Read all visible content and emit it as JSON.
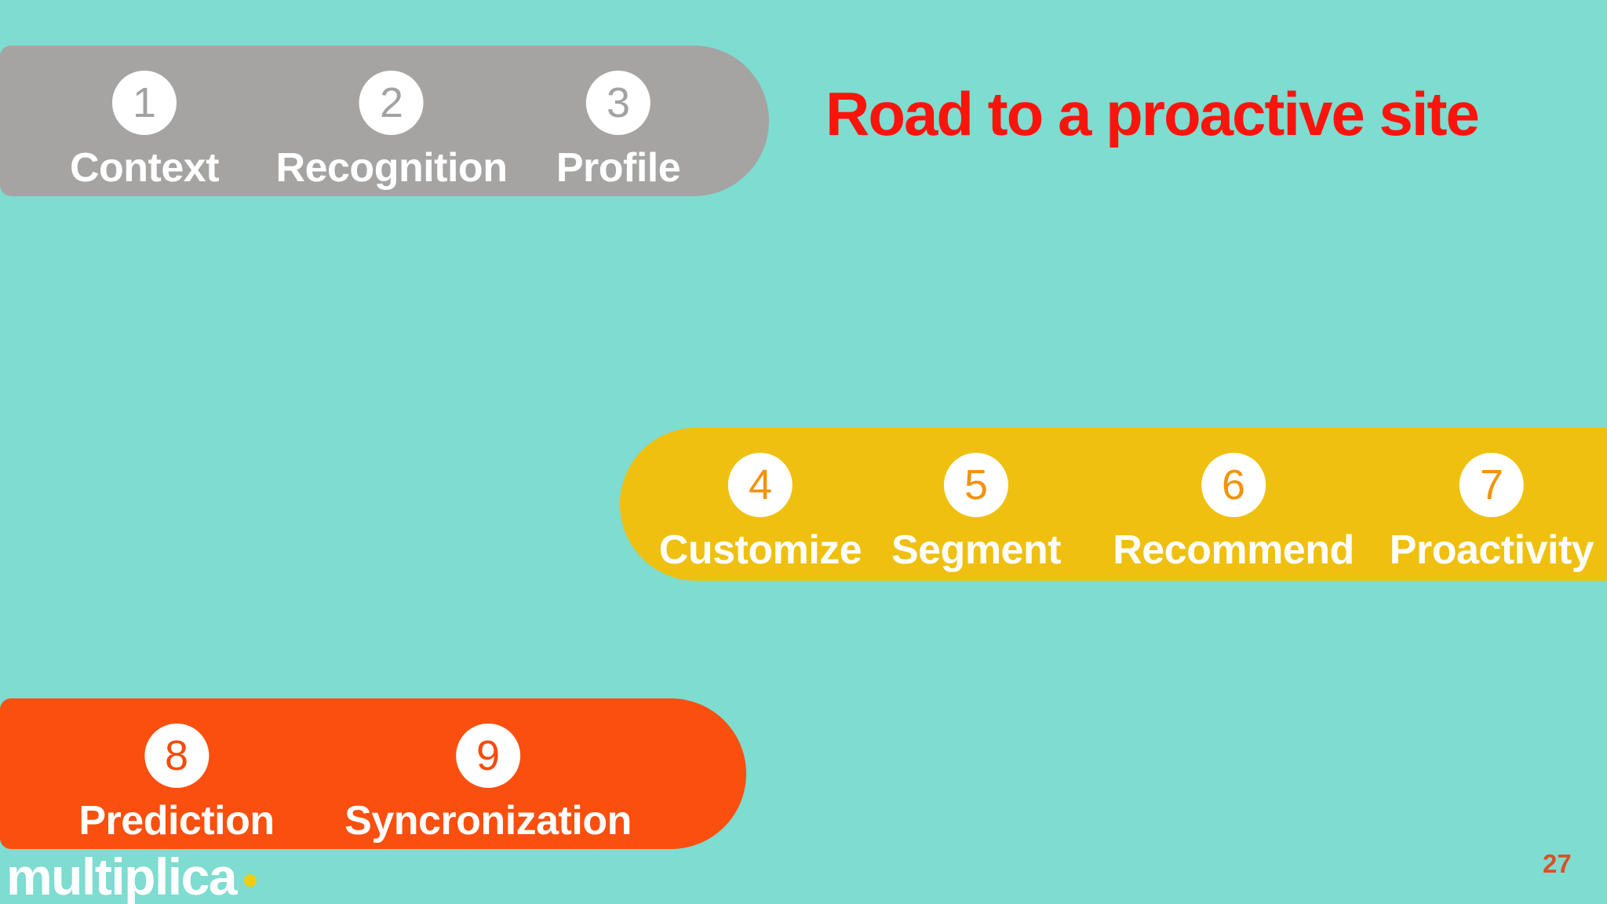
{
  "slide": {
    "background_color": "#7edcd0",
    "title": {
      "text": "Road to a proactive site",
      "color": "#fb140c"
    },
    "page_number": {
      "text": "27",
      "color": "#d85127"
    },
    "logo": {
      "text": "multiplica",
      "text_color": "#ffffff",
      "dot_color": "#f2cd0e"
    },
    "bars": [
      {
        "id": "bar-1",
        "color": "#a5a4a3",
        "number_color": "#a2a2a2",
        "label_color": "#ffffff",
        "steps": [
          {
            "number": "1",
            "label": "Context"
          },
          {
            "number": "2",
            "label": "Recognition"
          },
          {
            "number": "3",
            "label": "Profile"
          }
        ]
      },
      {
        "id": "bar-2",
        "color": "#efc00f",
        "number_color": "#f2930c",
        "label_color": "#ffffff",
        "steps": [
          {
            "number": "4",
            "label": "Customize"
          },
          {
            "number": "5",
            "label": "Segment"
          },
          {
            "number": "6",
            "label": "Recommend"
          },
          {
            "number": "7",
            "label": "Proactivity"
          }
        ]
      },
      {
        "id": "bar-3",
        "color": "#fa4f0f",
        "number_color": "#f64b0c",
        "label_color": "#ffffff",
        "steps": [
          {
            "number": "8",
            "label": "Prediction"
          },
          {
            "number": "9",
            "label": "Syncronization"
          }
        ]
      }
    ]
  }
}
